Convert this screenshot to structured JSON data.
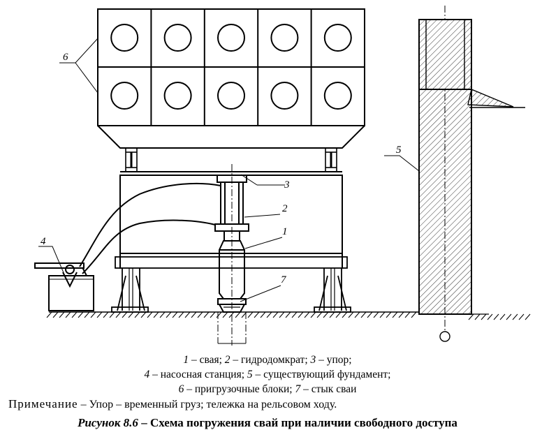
{
  "callouts": {
    "c1": "1",
    "c2": "2",
    "c3": "3",
    "c4": "4",
    "c5": "5",
    "c6": "6",
    "c7": "7"
  },
  "legend": {
    "line1": {
      "n1": "1",
      "t1": " – свая; ",
      "n2": "2",
      "t2": " – гидродомкрат; ",
      "n3": "3",
      "t3": " – упор;"
    },
    "line2": {
      "n4": "4",
      "t4": " – насосная станция; ",
      "n5": "5",
      "t5": " – существующий фундамент;"
    },
    "line3": {
      "n6": "6",
      "t6": " – пригрузочные блоки; ",
      "n7": "7",
      "t7": " – стык сваи"
    }
  },
  "note": {
    "label": "Примечание",
    "text": " – Упор – временный груз; тележка на рельсовом ходу."
  },
  "caption": {
    "number": "Рисунок 8.6",
    "title": " – Схема погружения свай при наличии свободного доступа"
  }
}
